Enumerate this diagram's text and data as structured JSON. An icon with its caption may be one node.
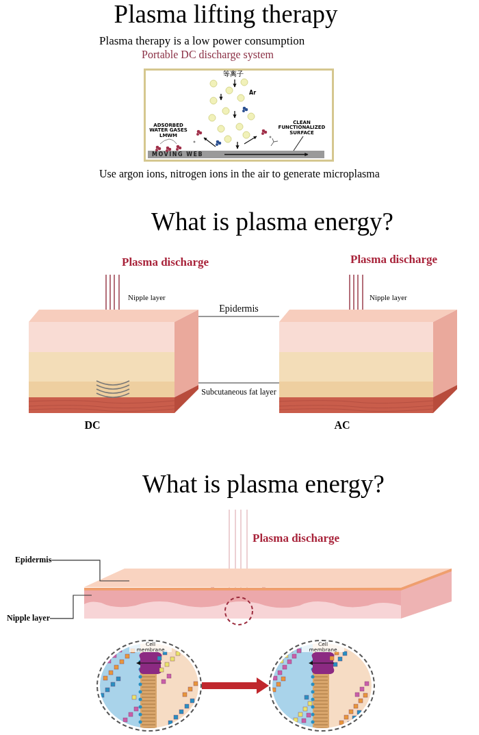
{
  "diagram": {
    "title": "Plasma lifting therapy",
    "nodes": [
      {
        "text": [],
        "shape": "picture",
        "beside": [
          "DC"
        ]
      },
      {
        "text": [],
        "shape": "picture",
        "beside": [
          "AC"
        ]
      },
      {
        "text": [
          "Epidermis"
        ]
      },
      {
        "text": [
          "Nipple layer"
        ]
      },
      {
        "text": [
          "Cell membrane"
        ]
      },
      {
        "text": [
          "Cell membrane"
        ]
      },
      {
        "text": [
          "CLEAN FUNCTIONALIZED SURFACE"
        ]
      },
      {
        "text": [
          "MOVING WEB"
        ]
      }
    ],
    "edges": [
      {
        "from": 0,
        "to": 1,
        "arrow": "none",
        "label": "Epidermis"
      },
      {
        "from": 0,
        "to": 1,
        "arrow": "none",
        "label": "Subcutaneous fat layer"
      },
      {
        "from": 2,
        "to": null,
        "arrow": "none"
      },
      {
        "from": 3,
        "to": null,
        "arrow": "none"
      },
      {
        "from": 4,
        "to": 5,
        "arrow": "to",
        "style": "thick",
        "color": "#c0272d"
      },
      {
        "from": 6,
        "to": 7,
        "arrow": "none"
      }
    ],
    "labels": [
      "Plasma therapy is a low power consumption",
      "Portable DC discharge system",
      "等离子",
      "Ar",
      "ADSORBED WATER GASES LMWM",
      "Use argon ions, nitrogen ions in the air to generate microplasma",
      "What is plasma energy?",
      "Plasma discharge",
      "Plasma discharge",
      "Nipple layer",
      "Nipple layer",
      "What is plasma energy?",
      "Plasma discharge"
    ]
  }
}
